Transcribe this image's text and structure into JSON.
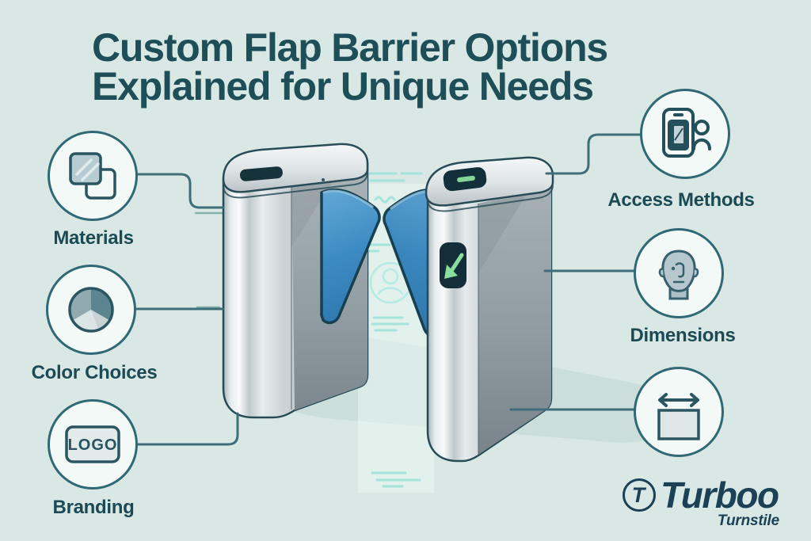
{
  "title": {
    "line1": "Custom Flap Barrier Options",
    "line2": "Explained for Unique Needs"
  },
  "callouts": [
    {
      "id": "materials",
      "label": "Materials",
      "icon": "layered-squares-icon"
    },
    {
      "id": "color-choices",
      "label": "Color Choices",
      "icon": "color-wheel-icon"
    },
    {
      "id": "branding",
      "label": "Branding",
      "icon": "logo-badge-icon",
      "badge_text": "LOGO"
    },
    {
      "id": "access-methods",
      "label": "Access Methods",
      "icon": "phone-user-icon"
    },
    {
      "id": "dimensions",
      "label": "Dimensions",
      "icon": "face-icon"
    },
    {
      "id": "lane-width",
      "label": "",
      "icon": "width-arrow-icon"
    }
  ],
  "brand": {
    "mark": "T",
    "name": "Turboo",
    "subtitle": "Turnstile"
  },
  "colors": {
    "background": "#d9e8e4",
    "title_text": "#1e4f59",
    "accent_teal": "#2f6975",
    "connector": "#3e6e7a",
    "flap_blue": "#3d8bc3",
    "indicator_green": "#84d795",
    "hologram_cyan": "#9fe3dc",
    "chrome_light": "#eef2f3",
    "chrome_dark": "#8a959a",
    "brand_navy": "#1b4157"
  }
}
